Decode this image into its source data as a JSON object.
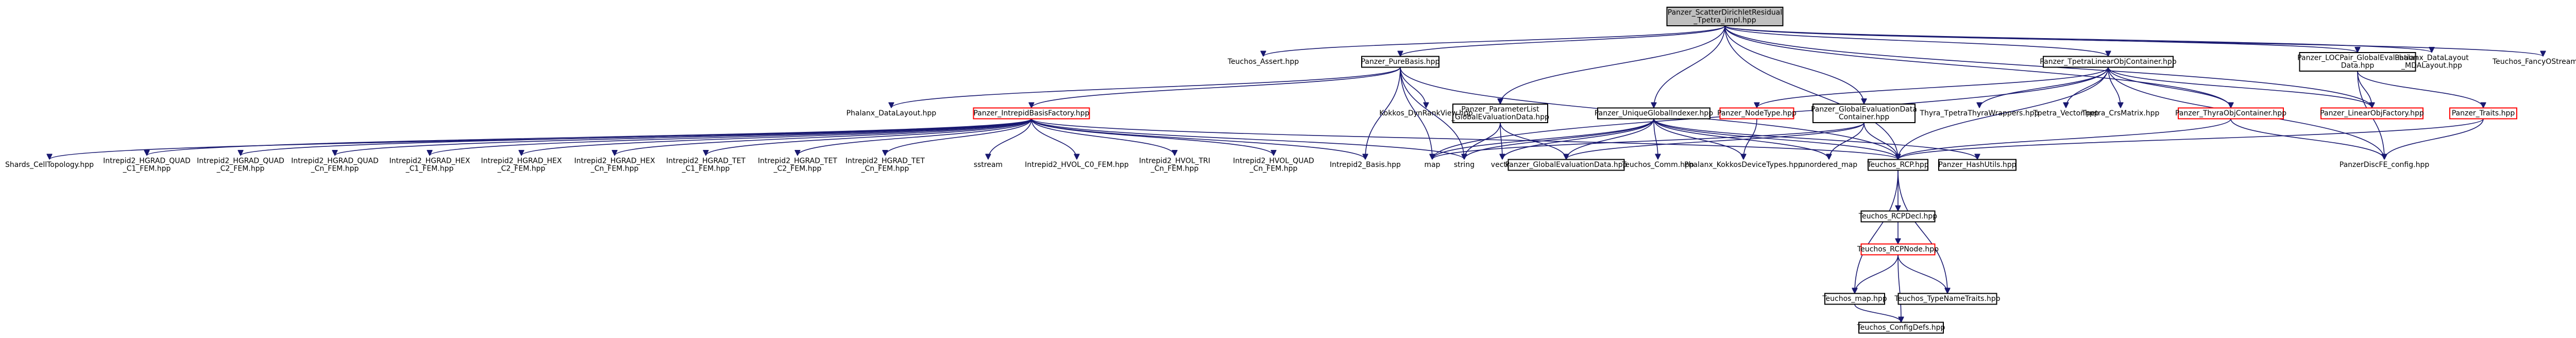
{
  "diagram": {
    "nodes": [
      {
        "id": "root",
        "lines": [
          "Panzer_ScatterDirichletResidual",
          "_Tpetra_impl.hpp"
        ],
        "kind": "root"
      },
      {
        "id": "teu_assert",
        "lines": [
          "Teuchos_Assert.hpp"
        ],
        "kind": "nobox"
      },
      {
        "id": "pure_basis",
        "lines": [
          "Panzer_PureBasis.hpp"
        ],
        "kind": "normal"
      },
      {
        "id": "param_list",
        "lines": [
          "Panzer_ParameterList",
          "_GlobalEvaluationData.hpp"
        ],
        "kind": "normal"
      },
      {
        "id": "unique_gi",
        "lines": [
          "Panzer_UniqueGlobalIndexer.hpp"
        ],
        "kind": "normal"
      },
      {
        "id": "ged_container",
        "lines": [
          "Panzer_GlobalEvaluationData",
          "Container.hpp"
        ],
        "kind": "normal"
      },
      {
        "id": "tpetra_loc",
        "lines": [
          "Panzer_TpetraLinearObjContainer.hpp"
        ],
        "kind": "normal"
      },
      {
        "id": "loc_pair",
        "lines": [
          "Panzer_LOCPair_GlobalEvaluation",
          "Data.hpp"
        ],
        "kind": "normal"
      },
      {
        "id": "phx_mda",
        "lines": [
          "Phalanx_DataLayout",
          "_MDALayout.hpp"
        ],
        "kind": "nobox"
      },
      {
        "id": "teu_fancy",
        "lines": [
          "Teuchos_FancyOStream.hpp"
        ],
        "kind": "nobox"
      },
      {
        "id": "phx_dl",
        "lines": [
          "Phalanx_DataLayout.hpp"
        ],
        "kind": "nobox"
      },
      {
        "id": "intrepid_factory",
        "lines": [
          "Panzer_IntrepidBasisFactory.hpp"
        ],
        "kind": "red"
      },
      {
        "id": "kokkos_dyn",
        "lines": [
          "Kokkos_DynRankView.hpp"
        ],
        "kind": "nobox"
      },
      {
        "id": "node_type",
        "lines": [
          "Panzer_NodeType.hpp"
        ],
        "kind": "red"
      },
      {
        "id": "thyra_tpetra",
        "lines": [
          "Thyra_TpetraThyraWrappers.hpp"
        ],
        "kind": "nobox"
      },
      {
        "id": "tpetra_vector",
        "lines": [
          "Tpetra_Vector.hpp"
        ],
        "kind": "nobox"
      },
      {
        "id": "tpetra_crs",
        "lines": [
          "Tpetra_CrsMatrix.hpp"
        ],
        "kind": "nobox"
      },
      {
        "id": "thyra_obj",
        "lines": [
          "Panzer_ThyraObjContainer.hpp"
        ],
        "kind": "red"
      },
      {
        "id": "linear_factory",
        "lines": [
          "Panzer_LinearObjFactory.hpp"
        ],
        "kind": "red"
      },
      {
        "id": "traits",
        "lines": [
          "Panzer_Traits.hpp"
        ],
        "kind": "red"
      },
      {
        "id": "shards",
        "lines": [
          "Shards_CellTopology.hpp"
        ],
        "kind": "nobox"
      },
      {
        "id": "hgrad_quad_c1",
        "lines": [
          "Intrepid2_HGRAD_QUAD",
          "_C1_FEM.hpp"
        ],
        "kind": "nobox"
      },
      {
        "id": "hgrad_quad_c2",
        "lines": [
          "Intrepid2_HGRAD_QUAD",
          "_C2_FEM.hpp"
        ],
        "kind": "nobox"
      },
      {
        "id": "hgrad_quad_cn",
        "lines": [
          "Intrepid2_HGRAD_QUAD",
          "_Cn_FEM.hpp"
        ],
        "kind": "nobox"
      },
      {
        "id": "hgrad_hex_c1",
        "lines": [
          "Intrepid2_HGRAD_HEX",
          "_C1_FEM.hpp"
        ],
        "kind": "nobox"
      },
      {
        "id": "hgrad_hex_c2",
        "lines": [
          "Intrepid2_HGRAD_HEX",
          "_C2_FEM.hpp"
        ],
        "kind": "nobox"
      },
      {
        "id": "hgrad_hex_cn",
        "lines": [
          "Intrepid2_HGRAD_HEX",
          "_Cn_FEM.hpp"
        ],
        "kind": "nobox"
      },
      {
        "id": "hgrad_tet_c1",
        "lines": [
          "Intrepid2_HGRAD_TET",
          "_C1_FEM.hpp"
        ],
        "kind": "nobox"
      },
      {
        "id": "hgrad_tet_c2",
        "lines": [
          "Intrepid2_HGRAD_TET",
          "_C2_FEM.hpp"
        ],
        "kind": "nobox"
      },
      {
        "id": "hgrad_tet_cn",
        "lines": [
          "Intrepid2_HGRAD_TET",
          "_Cn_FEM.hpp"
        ],
        "kind": "nobox"
      },
      {
        "id": "sstream",
        "lines": [
          "sstream"
        ],
        "kind": "nobox"
      },
      {
        "id": "hvol_c0",
        "lines": [
          "Intrepid2_HVOL_C0_FEM.hpp"
        ],
        "kind": "nobox"
      },
      {
        "id": "hvol_tri",
        "lines": [
          "Intrepid2_HVOL_TRI",
          "_Cn_FEM.hpp"
        ],
        "kind": "nobox"
      },
      {
        "id": "hvol_quad",
        "lines": [
          "Intrepid2_HVOL_QUAD",
          "_Cn_FEM.hpp"
        ],
        "kind": "nobox"
      },
      {
        "id": "intrepid_basis",
        "lines": [
          "Intrepid2_Basis.hpp"
        ],
        "kind": "nobox"
      },
      {
        "id": "map",
        "lines": [
          "map"
        ],
        "kind": "nobox"
      },
      {
        "id": "string",
        "lines": [
          "string"
        ],
        "kind": "nobox"
      },
      {
        "id": "vector",
        "lines": [
          "vector"
        ],
        "kind": "nobox"
      },
      {
        "id": "ged",
        "lines": [
          "Panzer_GlobalEvaluationData.hpp"
        ],
        "kind": "normal"
      },
      {
        "id": "teu_comm",
        "lines": [
          "Teuchos_Comm.hpp"
        ],
        "kind": "nobox"
      },
      {
        "id": "phx_kokkos",
        "lines": [
          "Phalanx_KokkosDeviceTypes.hpp"
        ],
        "kind": "nobox"
      },
      {
        "id": "unordered_map",
        "lines": [
          "unordered_map"
        ],
        "kind": "nobox"
      },
      {
        "id": "teu_rcp",
        "lines": [
          "Teuchos_RCP.hpp"
        ],
        "kind": "normal"
      },
      {
        "id": "hash_utils",
        "lines": [
          "Panzer_HashUtils.hpp"
        ],
        "kind": "normal"
      },
      {
        "id": "config",
        "lines": [
          "PanzerDiscFE_config.hpp"
        ],
        "kind": "nobox"
      },
      {
        "id": "rcp_decl",
        "lines": [
          "Teuchos_RCPDecl.hpp"
        ],
        "kind": "normal"
      },
      {
        "id": "rcp_node",
        "lines": [
          "Teuchos_RCPNode.hpp"
        ],
        "kind": "red"
      },
      {
        "id": "teu_map",
        "lines": [
          "Teuchos_map.hpp"
        ],
        "kind": "normal"
      },
      {
        "id": "type_traits",
        "lines": [
          "Teuchos_TypeNameTraits.hpp"
        ],
        "kind": "normal"
      },
      {
        "id": "config_defs",
        "lines": [
          "Teuchos_ConfigDefs.hpp"
        ],
        "kind": "normal"
      }
    ],
    "edges": [
      [
        "root",
        "teu_assert"
      ],
      [
        "root",
        "pure_basis"
      ],
      [
        "root",
        "param_list"
      ],
      [
        "root",
        "unique_gi"
      ],
      [
        "root",
        "ged_container"
      ],
      [
        "root",
        "tpetra_loc"
      ],
      [
        "root",
        "loc_pair"
      ],
      [
        "root",
        "phx_mda"
      ],
      [
        "root",
        "teu_fancy"
      ],
      [
        "root",
        "teu_rcp"
      ],
      [
        "root",
        "thyra_obj"
      ],
      [
        "root",
        "linear_factory"
      ],
      [
        "pure_basis",
        "phx_dl"
      ],
      [
        "pure_basis",
        "intrepid_factory"
      ],
      [
        "pure_basis",
        "kokkos_dyn"
      ],
      [
        "pure_basis",
        "intrepid_basis"
      ],
      [
        "pure_basis",
        "teu_rcp"
      ],
      [
        "pure_basis",
        "map"
      ],
      [
        "pure_basis",
        "string"
      ],
      [
        "intrepid_factory",
        "shards"
      ],
      [
        "intrepid_factory",
        "hgrad_quad_c1"
      ],
      [
        "intrepid_factory",
        "hgrad_quad_c2"
      ],
      [
        "intrepid_factory",
        "hgrad_quad_cn"
      ],
      [
        "intrepid_factory",
        "hgrad_hex_c1"
      ],
      [
        "intrepid_factory",
        "hgrad_hex_c2"
      ],
      [
        "intrepid_factory",
        "hgrad_hex_cn"
      ],
      [
        "intrepid_factory",
        "hgrad_tet_c1"
      ],
      [
        "intrepid_factory",
        "hgrad_tet_c2"
      ],
      [
        "intrepid_factory",
        "hgrad_tet_cn"
      ],
      [
        "intrepid_factory",
        "sstream"
      ],
      [
        "intrepid_factory",
        "hvol_c0"
      ],
      [
        "intrepid_factory",
        "hvol_tri"
      ],
      [
        "intrepid_factory",
        "hvol_quad"
      ],
      [
        "intrepid_factory",
        "intrepid_basis"
      ],
      [
        "intrepid_factory",
        "string"
      ],
      [
        "intrepid_factory",
        "teu_rcp"
      ],
      [
        "param_list",
        "ged"
      ],
      [
        "param_list",
        "vector"
      ],
      [
        "param_list",
        "string"
      ],
      [
        "unique_gi",
        "teu_comm"
      ],
      [
        "unique_gi",
        "phx_kokkos"
      ],
      [
        "unique_gi",
        "teu_rcp"
      ],
      [
        "unique_gi",
        "vector"
      ],
      [
        "unique_gi",
        "unordered_map"
      ],
      [
        "unique_gi",
        "ged"
      ],
      [
        "unique_gi",
        "map"
      ],
      [
        "unique_gi",
        "string"
      ],
      [
        "unique_gi",
        "hash_utils"
      ],
      [
        "ged_container",
        "ged"
      ],
      [
        "ged_container",
        "teu_rcp"
      ],
      [
        "ged_container",
        "unordered_map"
      ],
      [
        "ged_container",
        "map"
      ],
      [
        "tpetra_loc",
        "thyra_tpetra"
      ],
      [
        "tpetra_loc",
        "tpetra_vector"
      ],
      [
        "tpetra_loc",
        "tpetra_crs"
      ],
      [
        "tpetra_loc",
        "thyra_obj"
      ],
      [
        "tpetra_loc",
        "node_type"
      ],
      [
        "tpetra_loc",
        "linear_factory"
      ],
      [
        "tpetra_loc",
        "teu_rcp"
      ],
      [
        "tpetra_loc",
        "map"
      ],
      [
        "tpetra_loc",
        "config"
      ],
      [
        "node_type",
        "phx_kokkos"
      ],
      [
        "thyra_obj",
        "teu_rcp"
      ],
      [
        "thyra_obj",
        "config"
      ],
      [
        "loc_pair",
        "linear_factory"
      ],
      [
        "loc_pair",
        "traits"
      ],
      [
        "loc_pair",
        "config"
      ],
      [
        "traits",
        "config"
      ],
      [
        "traits",
        "teu_rcp"
      ],
      [
        "teu_rcp",
        "rcp_decl"
      ],
      [
        "teu_rcp",
        "teu_map"
      ],
      [
        "teu_rcp",
        "type_traits"
      ],
      [
        "rcp_decl",
        "rcp_node"
      ],
      [
        "rcp_node",
        "teu_map"
      ],
      [
        "rcp_node",
        "config_defs"
      ],
      [
        "rcp_node",
        "type_traits"
      ],
      [
        "teu_map",
        "config_defs"
      ]
    ]
  }
}
